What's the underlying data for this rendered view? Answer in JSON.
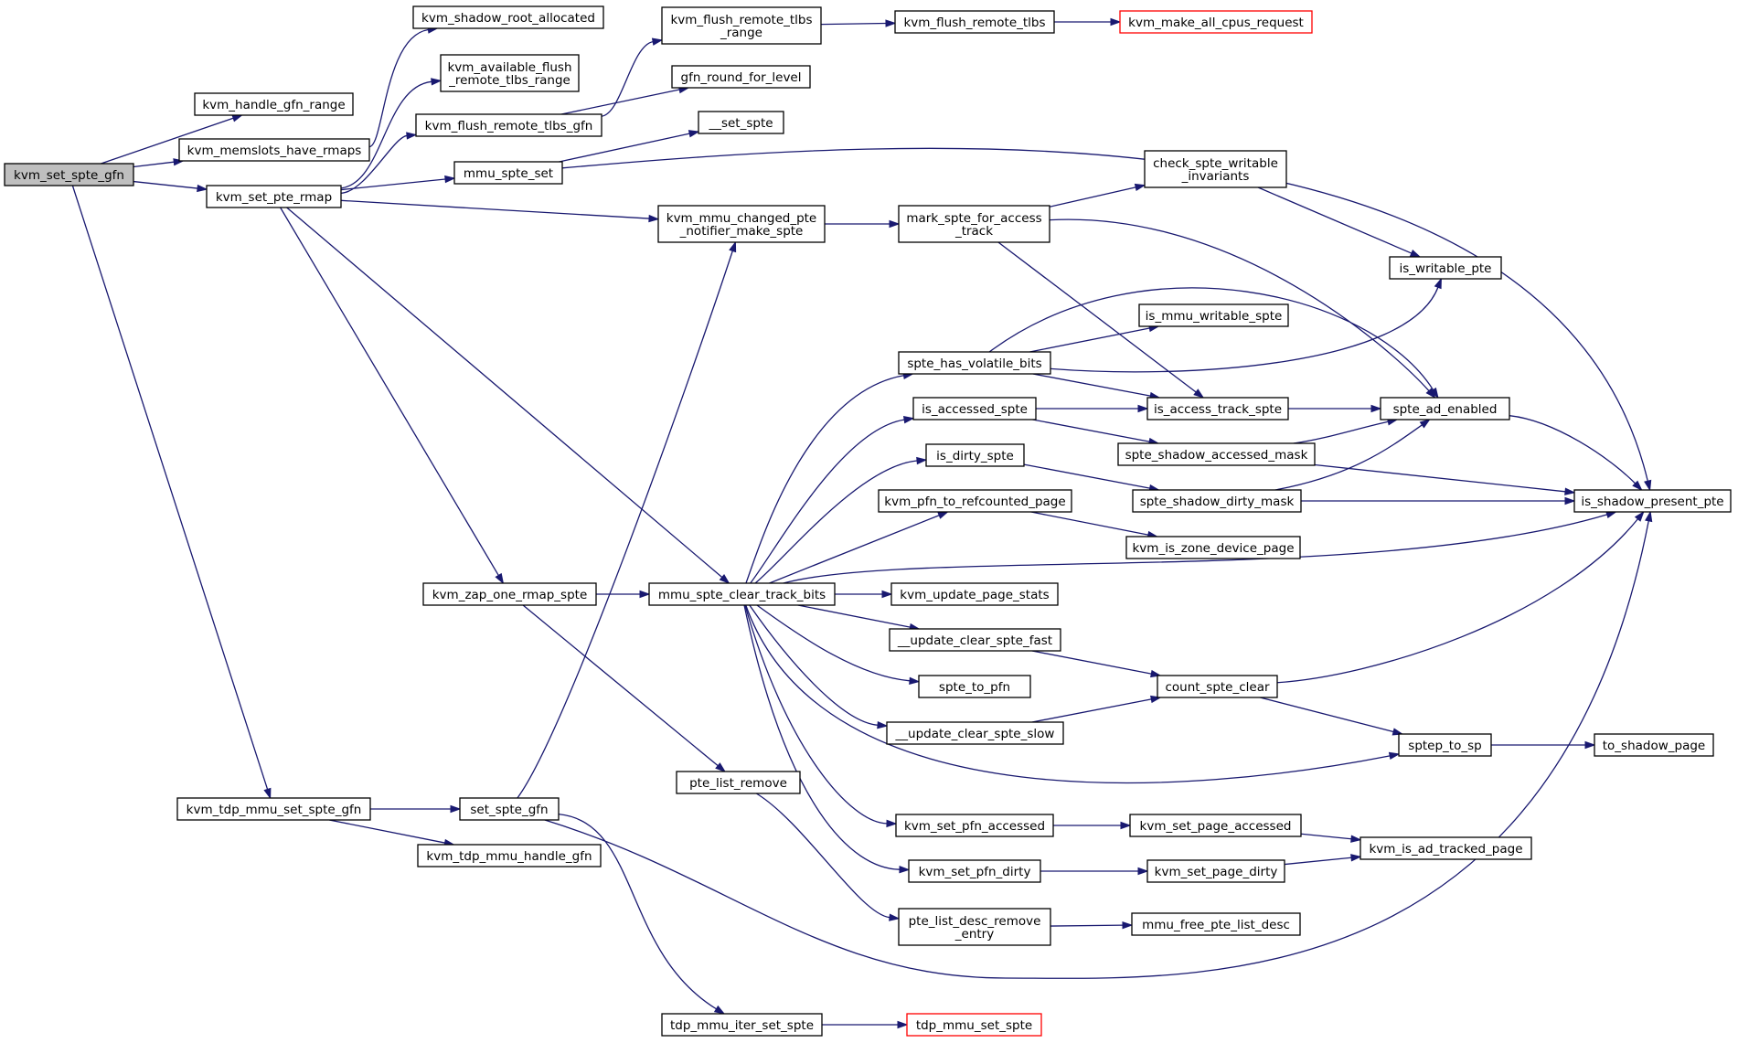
{
  "graph": {
    "root": "kvm_set_spte_gfn",
    "nodes": [
      {
        "id": "kvm_set_spte_gfn",
        "label": [
          "kvm_set_spte_gfn"
        ],
        "root": true
      },
      {
        "id": "kvm_handle_gfn_range",
        "label": [
          "kvm_handle_gfn_range"
        ]
      },
      {
        "id": "kvm_memslots_have_rmaps",
        "label": [
          "kvm_memslots_have_rmaps"
        ]
      },
      {
        "id": "kvm_set_pte_rmap",
        "label": [
          "kvm_set_pte_rmap"
        ]
      },
      {
        "id": "kvm_tdp_mmu_set_spte_gfn",
        "label": [
          "kvm_tdp_mmu_set_spte_gfn"
        ]
      },
      {
        "id": "kvm_shadow_root_allocated",
        "label": [
          "kvm_shadow_root_allocated"
        ]
      },
      {
        "id": "kvm_available_flush_remote_tlbs_range",
        "label": [
          "kvm_available_flush",
          "_remote_tlbs_range"
        ]
      },
      {
        "id": "kvm_flush_remote_tlbs_gfn",
        "label": [
          "kvm_flush_remote_tlbs_gfn"
        ]
      },
      {
        "id": "mmu_spte_set",
        "label": [
          "mmu_spte_set"
        ]
      },
      {
        "id": "kvm_mmu_changed_pte_notifier_make_spte",
        "label": [
          "kvm_mmu_changed_pte",
          "_notifier_make_spte"
        ]
      },
      {
        "id": "kvm_zap_one_rmap_spte",
        "label": [
          "kvm_zap_one_rmap_spte"
        ]
      },
      {
        "id": "mmu_spte_clear_track_bits",
        "label": [
          "mmu_spte_clear_track_bits"
        ]
      },
      {
        "id": "kvm_flush_remote_tlbs_range",
        "label": [
          "kvm_flush_remote_tlbs",
          "_range"
        ]
      },
      {
        "id": "gfn_round_for_level",
        "label": [
          "gfn_round_for_level"
        ]
      },
      {
        "id": "kvm_flush_remote_tlbs",
        "label": [
          "kvm_flush_remote_tlbs"
        ]
      },
      {
        "id": "kvm_make_all_cpus_request",
        "label": [
          "kvm_make_all_cpus_request"
        ],
        "truncated": true
      },
      {
        "id": "__set_spte",
        "label": [
          "__set_spte"
        ]
      },
      {
        "id": "is_shadow_present_pte",
        "label": [
          "is_shadow_present_pte"
        ]
      },
      {
        "id": "mark_spte_for_access_track",
        "label": [
          "mark_spte_for_access",
          "_track"
        ]
      },
      {
        "id": "check_spte_writable_invariants",
        "label": [
          "check_spte_writable",
          "_invariants"
        ]
      },
      {
        "id": "is_writable_pte",
        "label": [
          "is_writable_pte"
        ]
      },
      {
        "id": "spte_ad_enabled",
        "label": [
          "spte_ad_enabled"
        ]
      },
      {
        "id": "is_access_track_spte",
        "label": [
          "is_access_track_spte"
        ]
      },
      {
        "id": "spte_has_volatile_bits",
        "label": [
          "spte_has_volatile_bits"
        ]
      },
      {
        "id": "is_mmu_writable_spte",
        "label": [
          "is_mmu_writable_spte"
        ]
      },
      {
        "id": "is_accessed_spte",
        "label": [
          "is_accessed_spte"
        ]
      },
      {
        "id": "spte_shadow_accessed_mask",
        "label": [
          "spte_shadow_accessed_mask"
        ]
      },
      {
        "id": "is_dirty_spte",
        "label": [
          "is_dirty_spte"
        ]
      },
      {
        "id": "spte_shadow_dirty_mask",
        "label": [
          "spte_shadow_dirty_mask"
        ]
      },
      {
        "id": "kvm_pfn_to_refcounted_page",
        "label": [
          "kvm_pfn_to_refcounted_page"
        ]
      },
      {
        "id": "kvm_is_zone_device_page",
        "label": [
          "kvm_is_zone_device_page"
        ]
      },
      {
        "id": "kvm_update_page_stats",
        "label": [
          "kvm_update_page_stats"
        ]
      },
      {
        "id": "__update_clear_spte_fast",
        "label": [
          "__update_clear_spte_fast"
        ]
      },
      {
        "id": "count_spte_clear",
        "label": [
          "count_spte_clear"
        ]
      },
      {
        "id": "spte_to_pfn",
        "label": [
          "spte_to_pfn"
        ]
      },
      {
        "id": "__update_clear_spte_slow",
        "label": [
          "__update_clear_spte_slow"
        ]
      },
      {
        "id": "sptep_to_sp",
        "label": [
          "sptep_to_sp"
        ]
      },
      {
        "id": "to_shadow_page",
        "label": [
          "to_shadow_page"
        ]
      },
      {
        "id": "pte_list_remove",
        "label": [
          "pte_list_remove"
        ]
      },
      {
        "id": "set_spte_gfn",
        "label": [
          "set_spte_gfn"
        ]
      },
      {
        "id": "kvm_tdp_mmu_handle_gfn",
        "label": [
          "kvm_tdp_mmu_handle_gfn"
        ]
      },
      {
        "id": "kvm_set_pfn_accessed",
        "label": [
          "kvm_set_pfn_accessed"
        ]
      },
      {
        "id": "kvm_set_page_accessed",
        "label": [
          "kvm_set_page_accessed"
        ]
      },
      {
        "id": "kvm_is_ad_tracked_page",
        "label": [
          "kvm_is_ad_tracked_page"
        ]
      },
      {
        "id": "kvm_set_pfn_dirty",
        "label": [
          "kvm_set_pfn_dirty"
        ]
      },
      {
        "id": "kvm_set_page_dirty",
        "label": [
          "kvm_set_page_dirty"
        ]
      },
      {
        "id": "pte_list_desc_remove_entry",
        "label": [
          "pte_list_desc_remove",
          "_entry"
        ]
      },
      {
        "id": "mmu_free_pte_list_desc",
        "label": [
          "mmu_free_pte_list_desc"
        ]
      },
      {
        "id": "tdp_mmu_iter_set_spte",
        "label": [
          "tdp_mmu_iter_set_spte"
        ]
      },
      {
        "id": "tdp_mmu_set_spte",
        "label": [
          "tdp_mmu_set_spte"
        ],
        "truncated": true
      }
    ],
    "edges": [
      [
        "kvm_set_spte_gfn",
        "kvm_handle_gfn_range"
      ],
      [
        "kvm_set_spte_gfn",
        "kvm_memslots_have_rmaps"
      ],
      [
        "kvm_set_spte_gfn",
        "kvm_set_pte_rmap"
      ],
      [
        "kvm_set_spte_gfn",
        "kvm_tdp_mmu_set_spte_gfn"
      ],
      [
        "kvm_memslots_have_rmaps",
        "kvm_shadow_root_allocated"
      ],
      [
        "kvm_set_pte_rmap",
        "kvm_available_flush_remote_tlbs_range"
      ],
      [
        "kvm_set_pte_rmap",
        "kvm_flush_remote_tlbs_gfn"
      ],
      [
        "kvm_set_pte_rmap",
        "mmu_spte_set"
      ],
      [
        "kvm_set_pte_rmap",
        "kvm_mmu_changed_pte_notifier_make_spte"
      ],
      [
        "kvm_set_pte_rmap",
        "kvm_zap_one_rmap_spte"
      ],
      [
        "kvm_set_pte_rmap",
        "mmu_spte_clear_track_bits"
      ],
      [
        "kvm_flush_remote_tlbs_gfn",
        "kvm_flush_remote_tlbs_range"
      ],
      [
        "kvm_flush_remote_tlbs_gfn",
        "gfn_round_for_level"
      ],
      [
        "kvm_flush_remote_tlbs_range",
        "kvm_flush_remote_tlbs"
      ],
      [
        "kvm_flush_remote_tlbs",
        "kvm_make_all_cpus_request"
      ],
      [
        "mmu_spte_set",
        "__set_spte"
      ],
      [
        "mmu_spte_set",
        "is_shadow_present_pte"
      ],
      [
        "kvm_mmu_changed_pte_notifier_make_spte",
        "mark_spte_for_access_track"
      ],
      [
        "mark_spte_for_access_track",
        "check_spte_writable_invariants"
      ],
      [
        "mark_spte_for_access_track",
        "spte_ad_enabled"
      ],
      [
        "mark_spte_for_access_track",
        "is_access_track_spte"
      ],
      [
        "check_spte_writable_invariants",
        "is_writable_pte"
      ],
      [
        "spte_has_volatile_bits",
        "is_mmu_writable_spte"
      ],
      [
        "spte_has_volatile_bits",
        "is_writable_pte"
      ],
      [
        "spte_has_volatile_bits",
        "spte_ad_enabled"
      ],
      [
        "spte_has_volatile_bits",
        "is_access_track_spte"
      ],
      [
        "is_access_track_spte",
        "spte_ad_enabled"
      ],
      [
        "is_accessed_spte",
        "is_access_track_spte"
      ],
      [
        "is_accessed_spte",
        "spte_shadow_accessed_mask"
      ],
      [
        "spte_shadow_accessed_mask",
        "spte_ad_enabled"
      ],
      [
        "spte_shadow_accessed_mask",
        "is_shadow_present_pte"
      ],
      [
        "is_dirty_spte",
        "spte_shadow_dirty_mask"
      ],
      [
        "spte_shadow_dirty_mask",
        "spte_ad_enabled"
      ],
      [
        "spte_shadow_dirty_mask",
        "is_shadow_present_pte"
      ],
      [
        "spte_ad_enabled",
        "is_shadow_present_pte"
      ],
      [
        "kvm_pfn_to_refcounted_page",
        "kvm_is_zone_device_page"
      ],
      [
        "kvm_zap_one_rmap_spte",
        "mmu_spte_clear_track_bits"
      ],
      [
        "kvm_zap_one_rmap_spte",
        "pte_list_remove"
      ],
      [
        "mmu_spte_clear_track_bits",
        "spte_has_volatile_bits"
      ],
      [
        "mmu_spte_clear_track_bits",
        "is_accessed_spte"
      ],
      [
        "mmu_spte_clear_track_bits",
        "is_dirty_spte"
      ],
      [
        "mmu_spte_clear_track_bits",
        "kvm_pfn_to_refcounted_page"
      ],
      [
        "mmu_spte_clear_track_bits",
        "is_shadow_present_pte"
      ],
      [
        "mmu_spte_clear_track_bits",
        "kvm_update_page_stats"
      ],
      [
        "mmu_spte_clear_track_bits",
        "__update_clear_spte_fast"
      ],
      [
        "mmu_spte_clear_track_bits",
        "spte_to_pfn"
      ],
      [
        "mmu_spte_clear_track_bits",
        "__update_clear_spte_slow"
      ],
      [
        "mmu_spte_clear_track_bits",
        "sptep_to_sp"
      ],
      [
        "mmu_spte_clear_track_bits",
        "kvm_set_pfn_accessed"
      ],
      [
        "mmu_spte_clear_track_bits",
        "kvm_set_pfn_dirty"
      ],
      [
        "__update_clear_spte_fast",
        "count_spte_clear"
      ],
      [
        "__update_clear_spte_slow",
        "count_spte_clear"
      ],
      [
        "count_spte_clear",
        "is_shadow_present_pte"
      ],
      [
        "count_spte_clear",
        "sptep_to_sp"
      ],
      [
        "sptep_to_sp",
        "to_shadow_page"
      ],
      [
        "kvm_set_pfn_accessed",
        "kvm_set_page_accessed"
      ],
      [
        "kvm_set_page_accessed",
        "kvm_is_ad_tracked_page"
      ],
      [
        "kvm_set_pfn_dirty",
        "kvm_set_page_dirty"
      ],
      [
        "kvm_set_page_dirty",
        "kvm_is_ad_tracked_page"
      ],
      [
        "pte_list_remove",
        "pte_list_desc_remove_entry"
      ],
      [
        "pte_list_desc_remove_entry",
        "mmu_free_pte_list_desc"
      ],
      [
        "kvm_tdp_mmu_set_spte_gfn",
        "set_spte_gfn"
      ],
      [
        "kvm_tdp_mmu_set_spte_gfn",
        "kvm_tdp_mmu_handle_gfn"
      ],
      [
        "set_spte_gfn",
        "kvm_mmu_changed_pte_notifier_make_spte"
      ],
      [
        "set_spte_gfn",
        "is_shadow_present_pte"
      ],
      [
        "set_spte_gfn",
        "tdp_mmu_iter_set_spte"
      ],
      [
        "tdp_mmu_iter_set_spte",
        "tdp_mmu_set_spte"
      ]
    ]
  }
}
